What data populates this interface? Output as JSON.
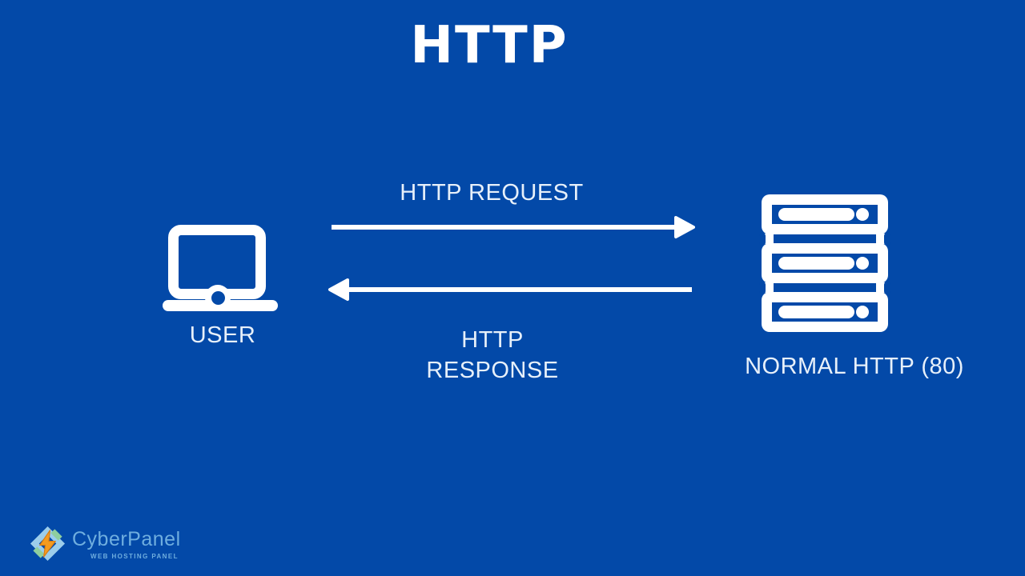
{
  "title": "HTTP",
  "flow": {
    "request_label": "HTTP REQUEST",
    "response_label": "HTTP RESPONSE"
  },
  "client": {
    "label": "USER",
    "icon": "laptop-icon"
  },
  "server": {
    "label": "NORMAL HTTP (80)",
    "icon": "server-rack-icon",
    "rack_units": 3
  },
  "branding": {
    "name": "CyberPanel",
    "tagline": "WEB HOSTING PANEL",
    "icon": "lightning-bolt-diamond-icon"
  },
  "colors": {
    "background": "#0349A8",
    "foreground": "#FFFFFF",
    "label_text": "#E7F0FA",
    "brand_blue": "#6FAEDF",
    "brand_light_blue": "#9CCDEB",
    "brand_green": "#8FCE9E",
    "brand_orange": "#F49B20"
  }
}
